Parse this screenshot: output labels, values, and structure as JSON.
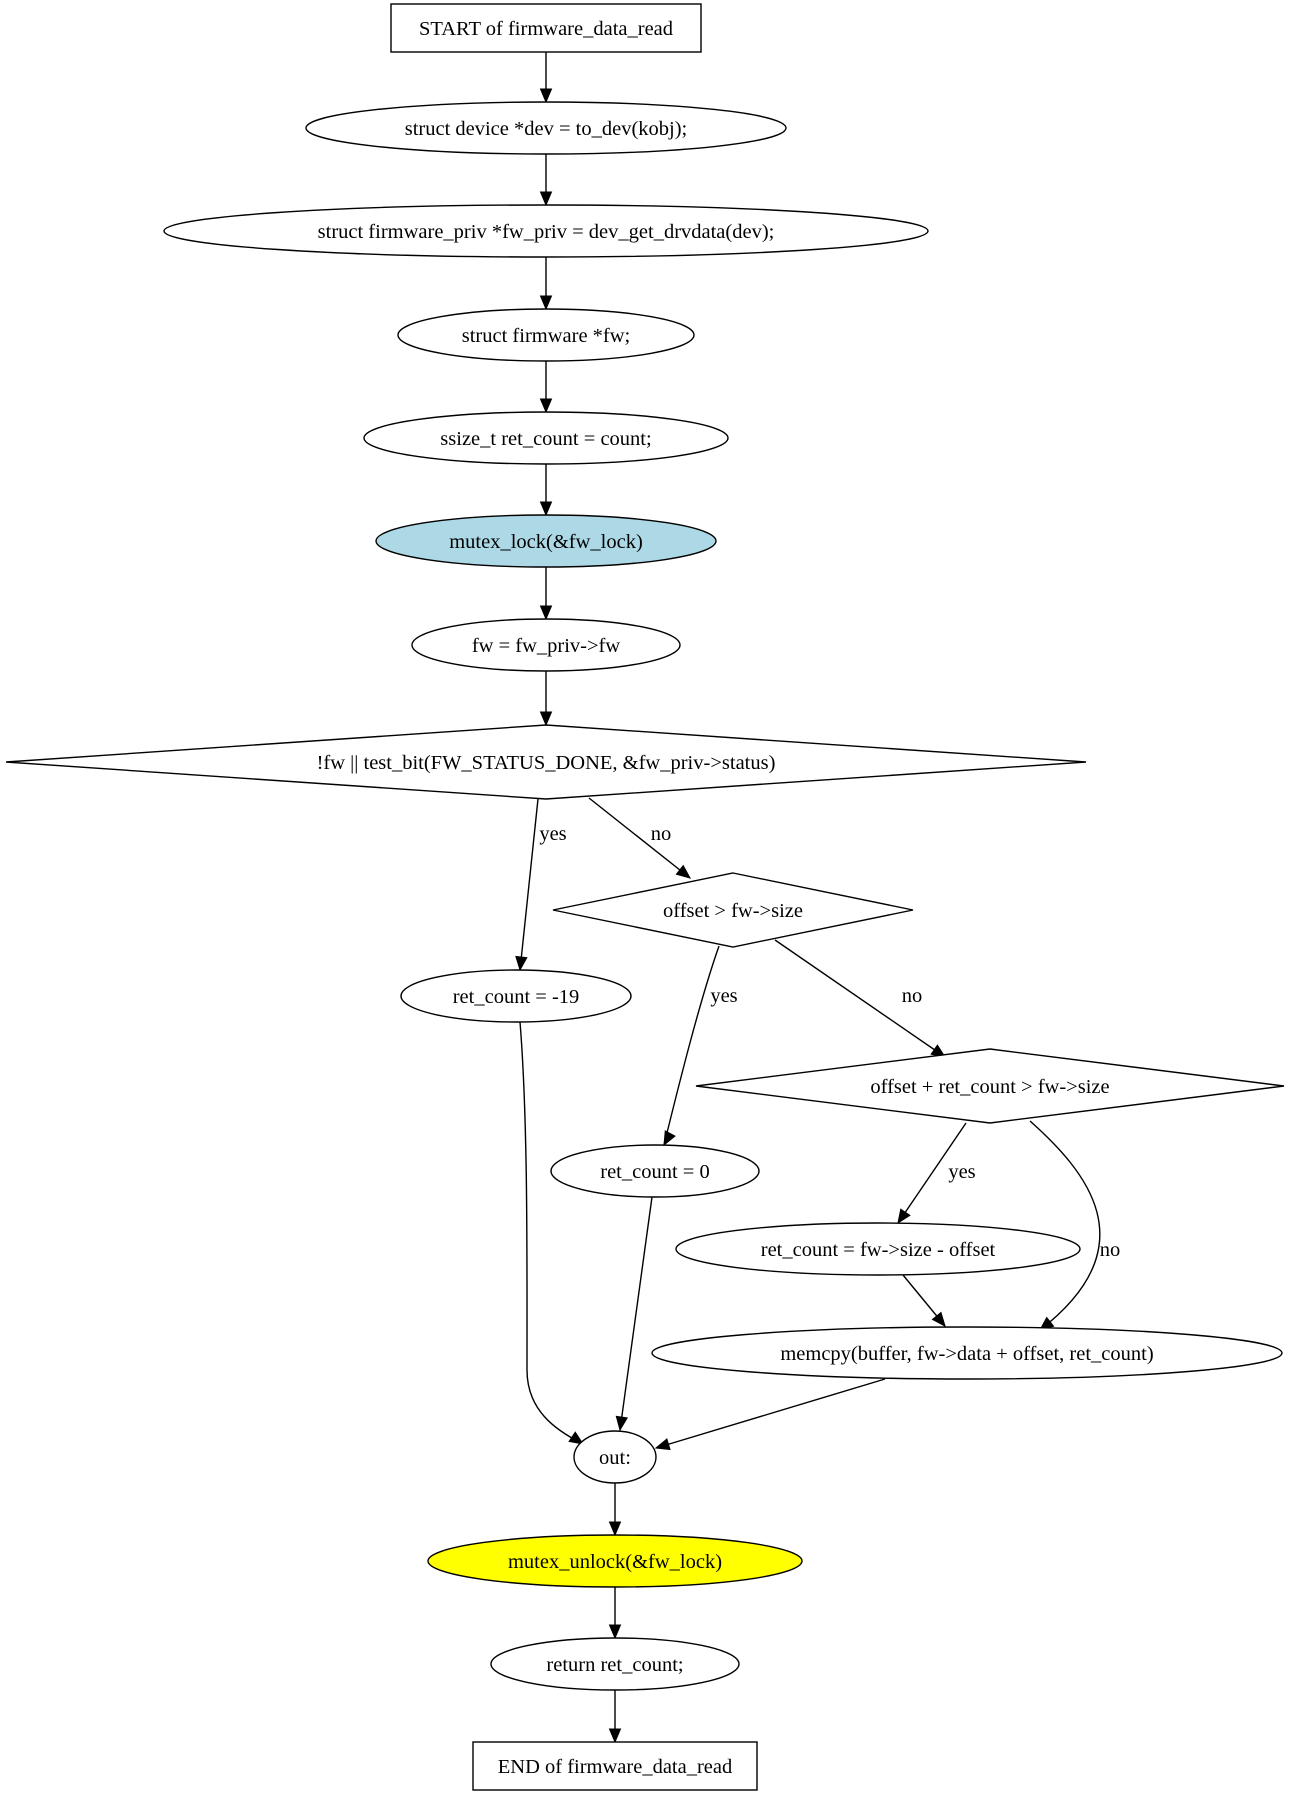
{
  "diagram": {
    "nodes": [
      {
        "id": "start",
        "label": "START of firmware_data_read",
        "shape": "box",
        "fill": "#ffffff"
      },
      {
        "id": "dev",
        "label": "struct device *dev = to_dev(kobj);",
        "shape": "ellipse",
        "fill": "#ffffff"
      },
      {
        "id": "fwpriv",
        "label": "struct firmware_priv *fw_priv = dev_get_drvdata(dev);",
        "shape": "ellipse",
        "fill": "#ffffff"
      },
      {
        "id": "fwdecl",
        "label": "struct firmware *fw;",
        "shape": "ellipse",
        "fill": "#ffffff"
      },
      {
        "id": "retcount",
        "label": "ssize_t ret_count = count;",
        "shape": "ellipse",
        "fill": "#ffffff"
      },
      {
        "id": "lock",
        "label": "mutex_lock(&fw_lock)",
        "shape": "ellipse",
        "fill": "#add8e6"
      },
      {
        "id": "fwassign",
        "label": "fw = fw_priv->fw",
        "shape": "ellipse",
        "fill": "#ffffff"
      },
      {
        "id": "cond1",
        "label": "!fw || test_bit(FW_STATUS_DONE, &fw_priv->status)",
        "shape": "diamond",
        "fill": "#ffffff"
      },
      {
        "id": "cond2",
        "label": "offset > fw->size",
        "shape": "diamond",
        "fill": "#ffffff"
      },
      {
        "id": "enodev",
        "label": "ret_count = -19",
        "shape": "ellipse",
        "fill": "#ffffff"
      },
      {
        "id": "cond3",
        "label": "offset + ret_count > fw->size",
        "shape": "diamond",
        "fill": "#ffffff"
      },
      {
        "id": "zero",
        "label": "ret_count = 0",
        "shape": "ellipse",
        "fill": "#ffffff"
      },
      {
        "id": "clamp",
        "label": "ret_count = fw->size - offset",
        "shape": "ellipse",
        "fill": "#ffffff"
      },
      {
        "id": "memcpy",
        "label": "memcpy(buffer, fw->data + offset, ret_count)",
        "shape": "ellipse",
        "fill": "#ffffff"
      },
      {
        "id": "out",
        "label": "out:",
        "shape": "ellipse",
        "fill": "#ffffff"
      },
      {
        "id": "unlock",
        "label": "mutex_unlock(&fw_lock)",
        "shape": "ellipse",
        "fill": "#ffff00"
      },
      {
        "id": "ret",
        "label": "return ret_count;",
        "shape": "ellipse",
        "fill": "#ffffff"
      },
      {
        "id": "end",
        "label": "END of firmware_data_read",
        "shape": "box",
        "fill": "#ffffff"
      }
    ],
    "edges": [
      {
        "from": "start",
        "to": "dev",
        "label": ""
      },
      {
        "from": "dev",
        "to": "fwpriv",
        "label": ""
      },
      {
        "from": "fwpriv",
        "to": "fwdecl",
        "label": ""
      },
      {
        "from": "fwdecl",
        "to": "retcount",
        "label": ""
      },
      {
        "from": "retcount",
        "to": "lock",
        "label": ""
      },
      {
        "from": "lock",
        "to": "fwassign",
        "label": ""
      },
      {
        "from": "fwassign",
        "to": "cond1",
        "label": ""
      },
      {
        "from": "cond1",
        "to": "enodev",
        "label": "yes"
      },
      {
        "from": "cond1",
        "to": "cond2",
        "label": "no"
      },
      {
        "from": "cond2",
        "to": "zero",
        "label": "yes"
      },
      {
        "from": "cond2",
        "to": "cond3",
        "label": "no"
      },
      {
        "from": "cond3",
        "to": "clamp",
        "label": "yes"
      },
      {
        "from": "cond3",
        "to": "memcpy",
        "label": "no"
      },
      {
        "from": "clamp",
        "to": "memcpy",
        "label": ""
      },
      {
        "from": "enodev",
        "to": "out",
        "label": ""
      },
      {
        "from": "zero",
        "to": "out",
        "label": ""
      },
      {
        "from": "memcpy",
        "to": "out",
        "label": ""
      },
      {
        "from": "out",
        "to": "unlock",
        "label": ""
      },
      {
        "from": "unlock",
        "to": "ret",
        "label": ""
      },
      {
        "from": "ret",
        "to": "end",
        "label": ""
      }
    ]
  }
}
